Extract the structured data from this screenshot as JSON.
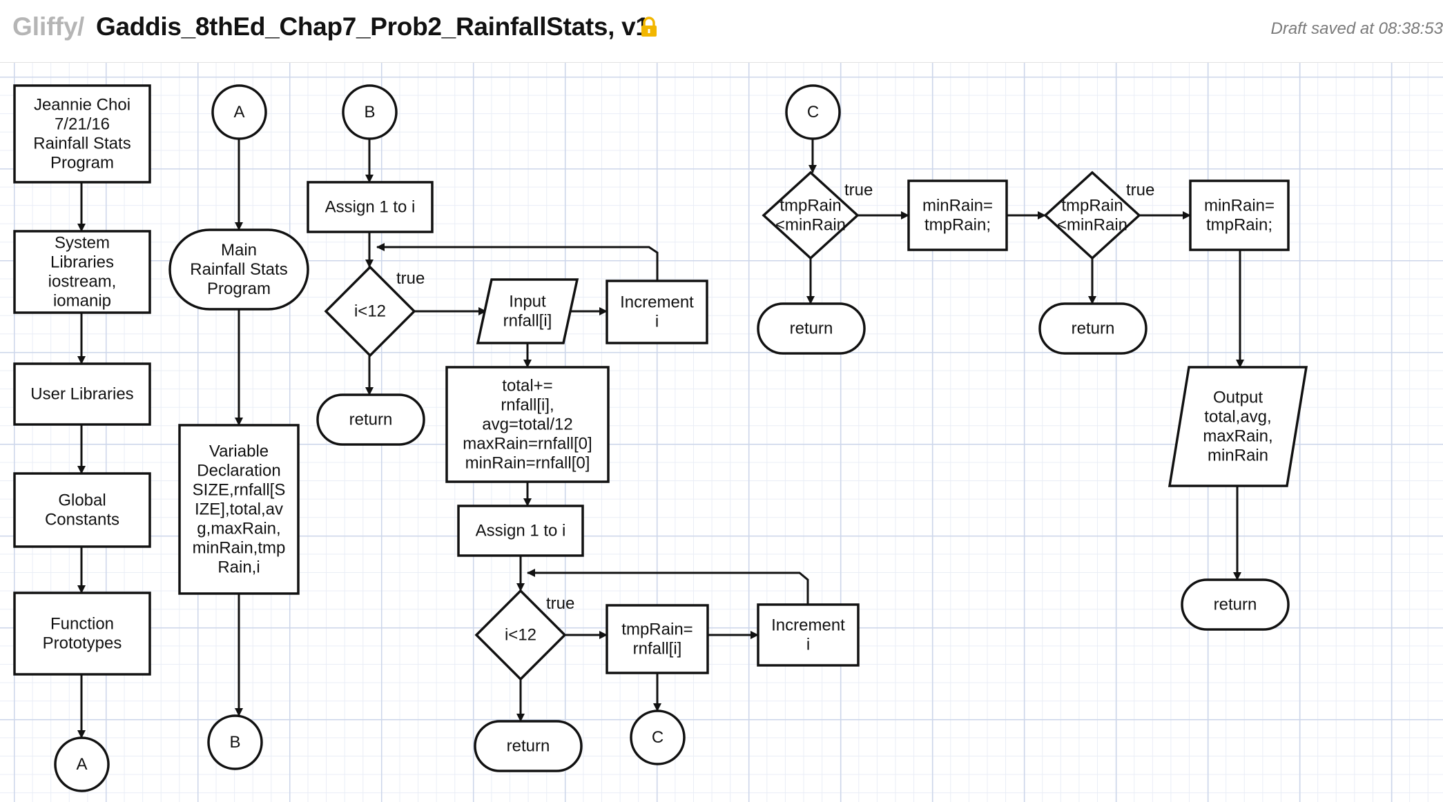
{
  "header": {
    "app_name": "Gliffy",
    "separator": "/",
    "document_title": "Gaddis_8thEd_Chap7_Prob2_RainfallStats, v1",
    "save_status": "Draft saved at 08:38:53",
    "lock_icon": "lock-icon",
    "lock_color": "#f2b600"
  },
  "nodes": [
    {
      "id": "header-note",
      "shape": "rect",
      "lines": [
        "Jeannie Choi",
        "7/21/16",
        "Rainfall Stats",
        "Program"
      ]
    },
    {
      "id": "system-libraries",
      "shape": "rect",
      "lines": [
        "System",
        "Libraries",
        "iostream,",
        "iomanip"
      ]
    },
    {
      "id": "user-libraries",
      "shape": "rect",
      "lines": [
        "User Libraries"
      ]
    },
    {
      "id": "global-constants",
      "shape": "rect",
      "lines": [
        "Global",
        "Constants"
      ]
    },
    {
      "id": "function-prototypes",
      "shape": "rect",
      "lines": [
        "Function",
        "Prototypes"
      ]
    },
    {
      "id": "connector-a-out",
      "shape": "circle",
      "lines": [
        "A"
      ]
    },
    {
      "id": "connector-a-in",
      "shape": "circle",
      "lines": [
        "A"
      ]
    },
    {
      "id": "main-terminal",
      "shape": "terminal",
      "lines": [
        "Main",
        "Rainfall Stats",
        "Program"
      ]
    },
    {
      "id": "variable-declaration",
      "shape": "rect",
      "lines": [
        "Variable",
        "Declaration",
        "SIZE,rnfall[S",
        "IZE],total,av",
        "g,maxRain,",
        "minRain,tmp",
        "Rain,i"
      ]
    },
    {
      "id": "connector-b-out",
      "shape": "circle",
      "lines": [
        "B"
      ]
    },
    {
      "id": "connector-b-in",
      "shape": "circle",
      "lines": [
        "B"
      ]
    },
    {
      "id": "assign-i-1",
      "shape": "rect",
      "lines": [
        "Assign 1 to i"
      ]
    },
    {
      "id": "loop-cond-1",
      "shape": "diamond",
      "lines": [
        "i<12"
      ]
    },
    {
      "id": "return-1",
      "shape": "terminal",
      "lines": [
        "return"
      ]
    },
    {
      "id": "input-rnfall",
      "shape": "parallelogram",
      "lines": [
        "Input",
        "rnfall[i]"
      ]
    },
    {
      "id": "increment-1",
      "shape": "rect",
      "lines": [
        "Increment",
        "i"
      ]
    },
    {
      "id": "totals-calc",
      "shape": "rect",
      "lines": [
        "total+=",
        "rnfall[i],",
        "avg=total/12",
        "maxRain=rnfall[0]",
        "minRain=rnfall[0]"
      ]
    },
    {
      "id": "assign-i-2",
      "shape": "rect",
      "lines": [
        "Assign 1 to i"
      ]
    },
    {
      "id": "loop-cond-2",
      "shape": "diamond",
      "lines": [
        "i<12"
      ]
    },
    {
      "id": "tmprain-assign",
      "shape": "rect",
      "lines": [
        "tmpRain=",
        "rnfall[i]"
      ]
    },
    {
      "id": "increment-2",
      "shape": "rect",
      "lines": [
        "Increment",
        "i"
      ]
    },
    {
      "id": "return-2",
      "shape": "terminal",
      "lines": [
        "return"
      ]
    },
    {
      "id": "connector-c-out",
      "shape": "circle",
      "lines": [
        "C"
      ]
    },
    {
      "id": "connector-c-in",
      "shape": "circle",
      "lines": [
        "C"
      ]
    },
    {
      "id": "min-cond-1",
      "shape": "diamond",
      "lines": [
        "tmpRain",
        "<minRain"
      ]
    },
    {
      "id": "min-assign-1",
      "shape": "rect",
      "lines": [
        "minRain=",
        "tmpRain;"
      ]
    },
    {
      "id": "return-3",
      "shape": "terminal",
      "lines": [
        "return"
      ]
    },
    {
      "id": "min-cond-2",
      "shape": "diamond",
      "lines": [
        "tmpRain",
        "<minRain"
      ]
    },
    {
      "id": "min-assign-2",
      "shape": "rect",
      "lines": [
        "minRain=",
        "tmpRain;"
      ]
    },
    {
      "id": "return-4",
      "shape": "terminal",
      "lines": [
        "return"
      ]
    },
    {
      "id": "output-results",
      "shape": "parallelogram",
      "lines": [
        "Output",
        "total,avg,",
        "maxRain,",
        "minRain"
      ]
    },
    {
      "id": "return-5",
      "shape": "terminal",
      "lines": [
        "return"
      ]
    }
  ],
  "edge_labels": [
    {
      "id": "true-loop-1",
      "text": "true"
    },
    {
      "id": "true-loop-2",
      "text": "true"
    },
    {
      "id": "true-min-1",
      "text": "true"
    },
    {
      "id": "true-min-2",
      "text": "true"
    }
  ]
}
